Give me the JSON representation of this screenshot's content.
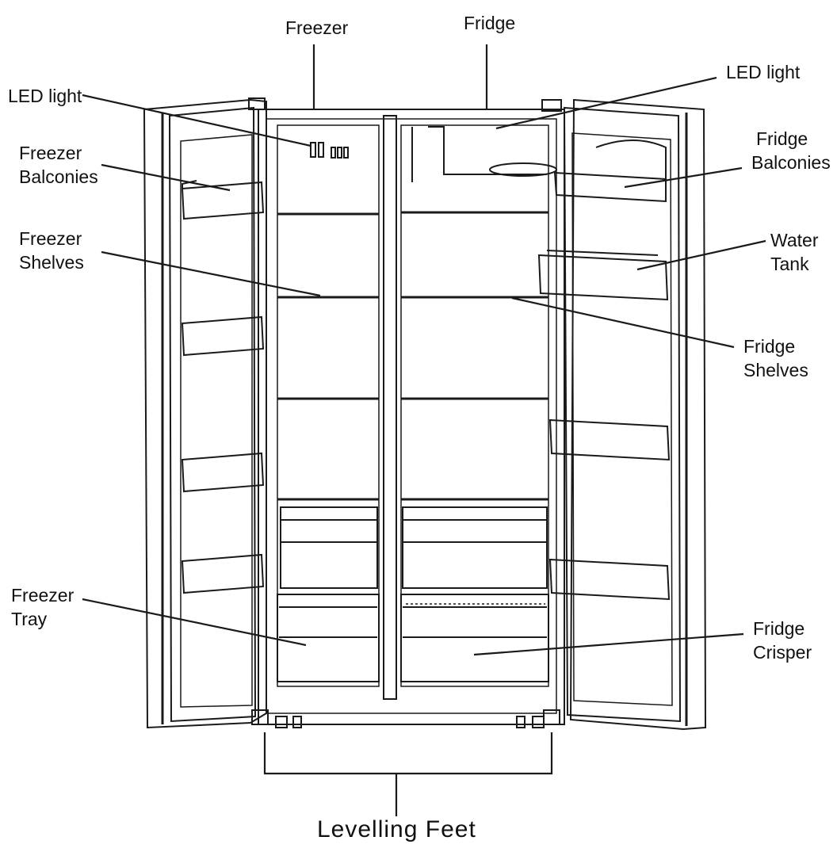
{
  "labels": {
    "freezer": "Freezer",
    "fridge": "Fridge",
    "led_light_left": "LED light",
    "led_light_right": "LED light",
    "freezer_balconies": [
      "Freezer",
      "Balconies"
    ],
    "fridge_balconies": [
      "Fridge",
      "Balconies"
    ],
    "freezer_shelves": [
      "Freezer",
      "Shelves"
    ],
    "water_tank": [
      "Water",
      "Tank"
    ],
    "fridge_shelves": [
      "Fridge",
      "Shelves"
    ],
    "freezer_tray": [
      "Freezer",
      "Tray"
    ],
    "fridge_crisper": [
      "Fridge",
      "Crisper"
    ],
    "levelling_feet": "Levelling Feet"
  },
  "colors": {
    "line": "#1a1a1a",
    "text": "#111111",
    "background": "#ffffff"
  }
}
